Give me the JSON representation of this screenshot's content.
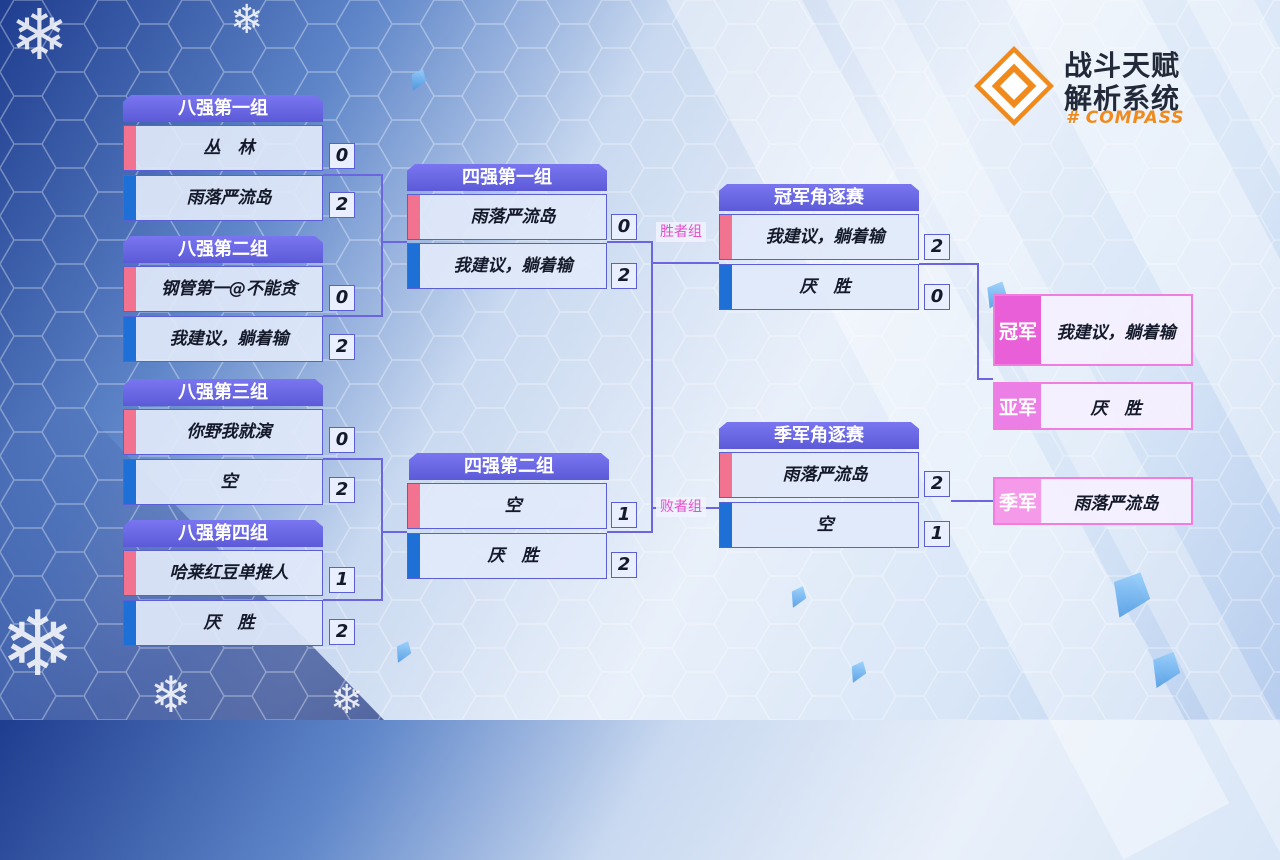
{
  "logo": {
    "line1": "战斗天赋",
    "line2": "解析系统",
    "sub": "# COMPASS"
  },
  "quarterfinals": [
    {
      "title": "八强第一组",
      "teams": [
        {
          "name": "丛　林",
          "score": "0"
        },
        {
          "name": "雨落严流岛",
          "score": "2"
        }
      ]
    },
    {
      "title": "八强第二组",
      "teams": [
        {
          "name": "钢管第一@不能贪",
          "score": "0"
        },
        {
          "name": "我建议，躺着输",
          "score": "2"
        }
      ]
    },
    {
      "title": "八强第三组",
      "teams": [
        {
          "name": "你野我就演",
          "score": "0"
        },
        {
          "name": "空",
          "score": "2"
        }
      ]
    },
    {
      "title": "八强第四组",
      "teams": [
        {
          "name": "哈莱红豆单推人",
          "score": "1"
        },
        {
          "name": "厌　胜",
          "score": "2"
        }
      ]
    }
  ],
  "semifinals": [
    {
      "title": "四强第一组",
      "teams": [
        {
          "name": "雨落严流岛",
          "score": "0"
        },
        {
          "name": "我建议，躺着输",
          "score": "2"
        }
      ]
    },
    {
      "title": "四强第二组",
      "teams": [
        {
          "name": "空",
          "score": "1"
        },
        {
          "name": "厌　胜",
          "score": "2"
        }
      ]
    }
  ],
  "labels": {
    "winners": "胜者组",
    "losers": "败者组"
  },
  "final": {
    "title": "冠军角逐赛",
    "teams": [
      {
        "name": "我建议，躺着输",
        "score": "2"
      },
      {
        "name": "厌　胜",
        "score": "0"
      }
    ]
  },
  "third": {
    "title": "季军角逐赛",
    "teams": [
      {
        "name": "雨落严流岛",
        "score": "2"
      },
      {
        "name": "空",
        "score": "1"
      }
    ]
  },
  "results": {
    "champion": {
      "tag": "冠军",
      "name": "我建议，躺着输"
    },
    "runner_up": {
      "tag": "亚军",
      "name": "厌　胜"
    },
    "third_place": {
      "tag": "季军",
      "name": "雨落严流岛"
    }
  },
  "colors": {
    "header": "#6563e6",
    "pink_bar": "#f2738f",
    "blue_bar": "#1e6fd6",
    "result_border": "#f17de0",
    "logo_orange": "#f08a1c"
  }
}
